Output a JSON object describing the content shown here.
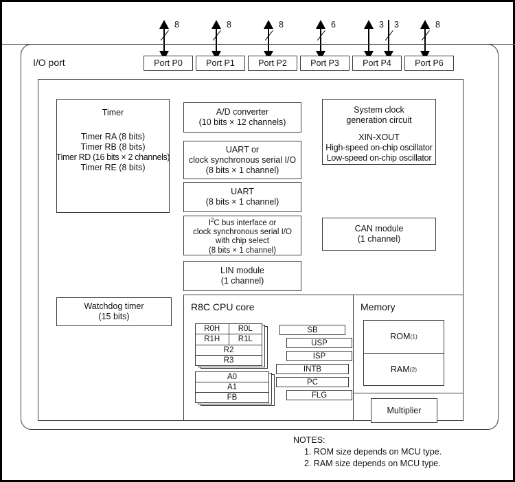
{
  "diagram": {
    "title_label": "I/O port",
    "bus_label": "io-bus-line",
    "ports": [
      {
        "name": "Port P0",
        "arrows": [
          {
            "bits": "8",
            "slash": true
          }
        ]
      },
      {
        "name": "Port P1",
        "arrows": [
          {
            "bits": "8",
            "slash": true
          }
        ]
      },
      {
        "name": "Port P2",
        "arrows": [
          {
            "bits": "8",
            "slash": true
          }
        ]
      },
      {
        "name": "Port P3",
        "arrows": [
          {
            "bits": "6",
            "slash": true
          }
        ]
      },
      {
        "name": "Port P4",
        "arrows": [
          {
            "bits": "3",
            "slash": false
          },
          {
            "bits": "3",
            "slash": true
          }
        ]
      },
      {
        "name": "Port P6",
        "arrows": [
          {
            "bits": "8",
            "slash": true
          }
        ]
      }
    ],
    "blocks": {
      "timer": {
        "heading": "Timer",
        "lines": [
          "Timer RA (8 bits)",
          "Timer RB (8 bits)",
          "Timer RD (16 bits × 2 channels)",
          "Timer RE (8 bits)"
        ]
      },
      "watchdog": {
        "lines": [
          "Watchdog timer",
          "(15 bits)"
        ]
      },
      "ad_converter": {
        "lines": [
          "A/D converter",
          "(10 bits × 12 channels)"
        ]
      },
      "uart_or_ssio": {
        "lines": [
          "UART or",
          "clock synchronous serial I/O",
          "(8 bits × 1 channel)"
        ]
      },
      "uart": {
        "lines": [
          "UART",
          "(8 bits × 1 channel)"
        ]
      },
      "i2c": {
        "line1_pre": "I",
        "line1_sup": "2",
        "line1_post": "C bus interface or",
        "lines_rest": [
          "clock synchronous serial I/O",
          "with chip select",
          "(8 bits × 1 channel)"
        ]
      },
      "lin_module": {
        "lines": [
          "LIN module",
          "(1 channel)"
        ]
      },
      "system_clock": {
        "lines": [
          "System clock",
          "generation circuit",
          "XIN-XOUT",
          "High-speed on-chip oscillator",
          "Low-speed on-chip oscillator"
        ]
      },
      "can_module": {
        "lines": [
          "CAN module",
          "(1 channel)"
        ]
      },
      "multiplier": {
        "lines": [
          "Multiplier"
        ]
      }
    },
    "cpu_core": {
      "title": "R8C CPU core",
      "data_registers": [
        [
          "R0H",
          "R0L"
        ],
        [
          "R1H",
          "R1L"
        ],
        [
          "R2"
        ],
        [
          "R3"
        ]
      ],
      "address_registers": [
        [
          "A0"
        ],
        [
          "A1"
        ],
        [
          "FB"
        ]
      ],
      "control_registers": [
        "SB",
        "USP",
        "ISP",
        "INTB",
        "PC",
        "FLG"
      ]
    },
    "memory": {
      "title": "Memory",
      "rom_label": "ROM",
      "rom_note": "(1)",
      "ram_label": "RAM",
      "ram_note": "(2)"
    },
    "notes": {
      "heading": "NOTES:",
      "items": [
        "1. ROM size depends on MCU type.",
        "2. RAM size depends on MCU type."
      ]
    }
  }
}
